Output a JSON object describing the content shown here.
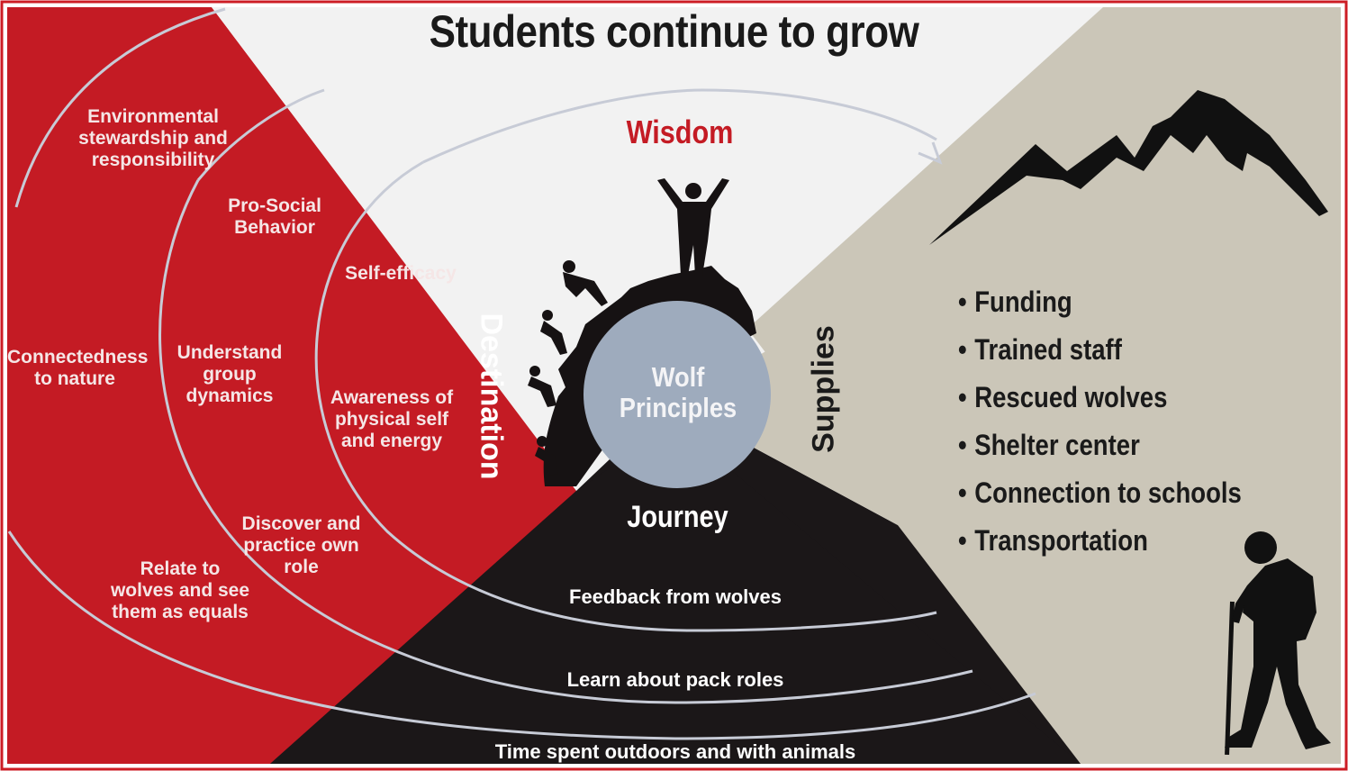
{
  "title": "Students continue to grow",
  "wisdom": "Wisdom",
  "destination": "Destination",
  "supplies_label": "Supplies",
  "journey": "Journey",
  "center": {
    "line1": "Wolf",
    "line2": "Principles"
  },
  "destination_items": {
    "env": [
      "Environmental",
      "stewardship and",
      "responsibility"
    ],
    "prosocial": [
      "Pro-Social",
      "Behavior"
    ],
    "selfeff": [
      "Self-efficacy"
    ],
    "connect": [
      "Connectedness",
      "to nature"
    ],
    "group": [
      "Understand",
      "group",
      "dynamics"
    ],
    "aware": [
      "Awareness of",
      "physical self",
      "and energy"
    ],
    "relate": [
      "Relate to",
      "wolves and see",
      "them as equals"
    ],
    "discover": [
      "Discover and",
      "practice own",
      "role"
    ]
  },
  "journey_items": [
    "Feedback from wolves",
    "Learn about pack roles",
    "Time spent outdoors and with animals"
  ],
  "supplies": [
    "Funding",
    "Trained staff",
    "Rescued wolves",
    "Shelter center",
    "Connection to schools",
    "Transportation"
  ],
  "colors": {
    "red": "#c41b24",
    "dark": "#1b1718",
    "beige": "#cbc6b8",
    "center": "#9eabbd",
    "border": "#cc1c24"
  },
  "icons": [
    "mountain-icon",
    "hiker-icon",
    "climbers-silhouette-icon",
    "wisdom-arrow-icon"
  ]
}
